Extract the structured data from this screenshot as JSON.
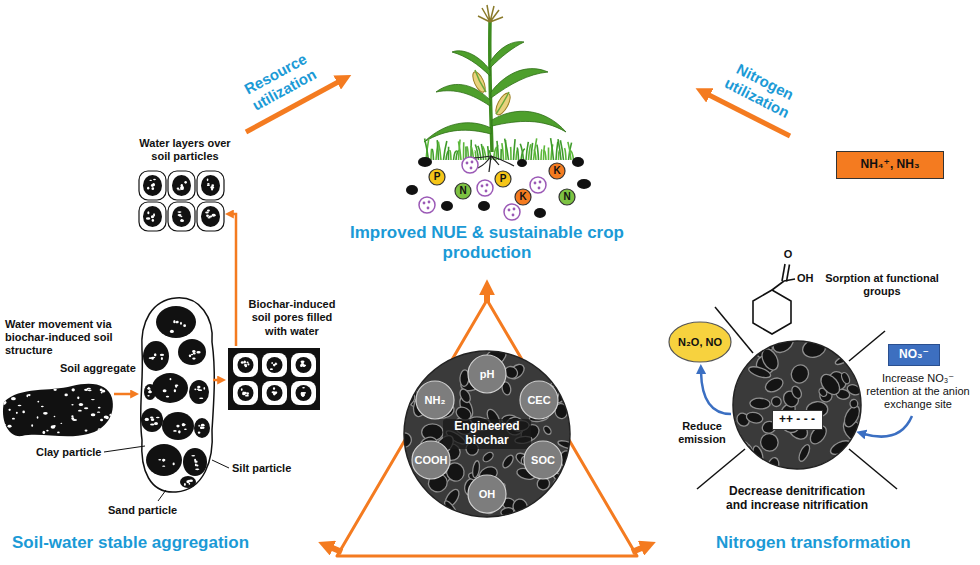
{
  "diagram": {
    "nodes": [
      {
        "text": [
          "NH₄⁺, NH₃"
        ]
      },
      {
        "text": [
          "P"
        ]
      },
      {
        "text": [
          "N"
        ]
      },
      {
        "text": [
          "P"
        ]
      },
      {
        "text": [
          "K"
        ]
      },
      {
        "text": [
          "K"
        ]
      },
      {
        "text": [
          "N"
        ]
      },
      {
        "text": [
          "N₂O, NO"
        ]
      },
      {
        "text": [
          "NO₃⁻"
        ]
      },
      {
        "text": [
          "Engineered biochar"
        ]
      },
      {
        "text": [
          "pH"
        ],
        "in": 9
      },
      {
        "text": [
          "NH₂"
        ],
        "in": 9
      },
      {
        "text": [
          "CEC"
        ],
        "in": 9
      },
      {
        "text": [
          "COOH"
        ],
        "in": 9
      },
      {
        "text": [
          "SOC"
        ],
        "in": 9
      },
      {
        "text": [
          "OH"
        ],
        "in": 9
      },
      {
        "text": [
          "++ - - -"
        ]
      }
    ],
    "labels": [
      "Nitrogen utilization",
      "Resource utilization",
      "Water layers over soil particles",
      "Improved NUE & sustainable crop production",
      "O",
      "OH",
      "Sorption at functional groups",
      "Biochar-induced soil pores filled with water",
      "Water movement via biochar-induced soil structure",
      "Soil aggregate",
      "Increase NO₃⁻ retention at the anion exchange site",
      "Reduce emission",
      "Clay particle",
      "Silt particle",
      "Decrease denitrification and increase nitrification",
      "Sand particle",
      "Soil-water stable aggregation",
      "Nitrogen transformation"
    ]
  }
}
